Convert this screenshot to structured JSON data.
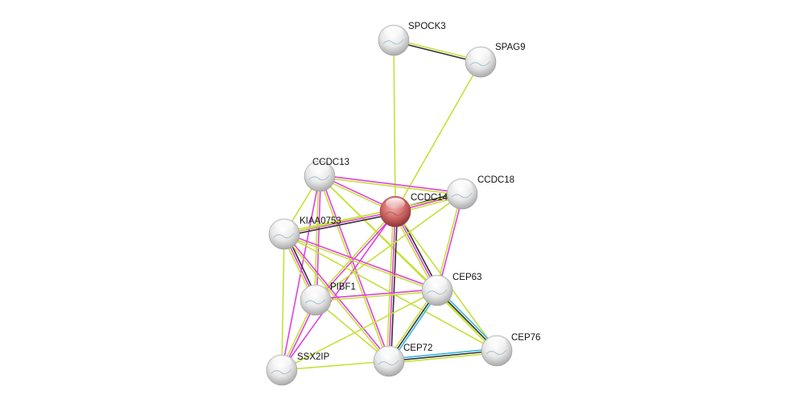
{
  "network": {
    "query_node": "CCDC14",
    "colors": {
      "textmining": "#c6e03a",
      "coexpression": "#333333",
      "experiments": "#e040e0",
      "databases": "#35b7e0",
      "query_node": "#d46060",
      "node": "#e6e6e6"
    },
    "nodes": [
      {
        "id": "SPOCK3",
        "label": "SPOCK3",
        "query": false
      },
      {
        "id": "SPAG9",
        "label": "SPAG9",
        "query": false
      },
      {
        "id": "CCDC13",
        "label": "CCDC13",
        "query": false
      },
      {
        "id": "CCDC18",
        "label": "CCDC18",
        "query": false
      },
      {
        "id": "CCDC14",
        "label": "CCDC14",
        "query": true
      },
      {
        "id": "KIAA0753",
        "label": "KIAA0753",
        "query": false
      },
      {
        "id": "PIBF1",
        "label": "PIBF1",
        "query": false
      },
      {
        "id": "CEP63",
        "label": "CEP63",
        "query": false
      },
      {
        "id": "SSX2IP",
        "label": "SSX2IP",
        "query": false
      },
      {
        "id": "CEP72",
        "label": "CEP72",
        "query": false
      },
      {
        "id": "CEP76",
        "label": "CEP76",
        "query": false
      }
    ],
    "edges": [
      {
        "a": "SPOCK3",
        "b": "SPAG9",
        "types": [
          "textmining",
          "coexpression"
        ]
      },
      {
        "a": "SPOCK3",
        "b": "CCDC14",
        "types": [
          "textmining"
        ]
      },
      {
        "a": "SPAG9",
        "b": "CCDC14",
        "types": [
          "textmining"
        ]
      },
      {
        "a": "CCDC13",
        "b": "CCDC14",
        "types": [
          "experiments",
          "textmining"
        ]
      },
      {
        "a": "CCDC13",
        "b": "CCDC18",
        "types": [
          "experiments",
          "textmining"
        ]
      },
      {
        "a": "CCDC13",
        "b": "KIAA0753",
        "types": [
          "textmining"
        ]
      },
      {
        "a": "CCDC13",
        "b": "PIBF1",
        "types": [
          "experiments",
          "textmining"
        ]
      },
      {
        "a": "CCDC13",
        "b": "CEP63",
        "types": [
          "textmining"
        ]
      },
      {
        "a": "CCDC13",
        "b": "CEP72",
        "types": [
          "experiments",
          "textmining"
        ]
      },
      {
        "a": "CCDC13",
        "b": "CEP76",
        "types": [
          "textmining"
        ]
      },
      {
        "a": "CCDC13",
        "b": "SSX2IP",
        "types": [
          "experiments"
        ]
      },
      {
        "a": "CCDC14",
        "b": "CCDC18",
        "types": [
          "coexpression",
          "experiments",
          "textmining"
        ]
      },
      {
        "a": "CCDC14",
        "b": "KIAA0753",
        "types": [
          "coexpression",
          "experiments",
          "textmining"
        ]
      },
      {
        "a": "CCDC14",
        "b": "PIBF1",
        "types": [
          "experiments",
          "textmining"
        ]
      },
      {
        "a": "CCDC14",
        "b": "CEP63",
        "types": [
          "coexpression",
          "experiments",
          "textmining"
        ]
      },
      {
        "a": "CCDC14",
        "b": "CEP72",
        "types": [
          "coexpression",
          "experiments",
          "textmining"
        ]
      },
      {
        "a": "CCDC14",
        "b": "CEP76",
        "types": [
          "textmining"
        ]
      },
      {
        "a": "CCDC14",
        "b": "SSX2IP",
        "types": [
          "experiments"
        ]
      },
      {
        "a": "CCDC18",
        "b": "KIAA0753",
        "types": [
          "textmining"
        ]
      },
      {
        "a": "CCDC18",
        "b": "CEP63",
        "types": [
          "experiments",
          "textmining"
        ]
      },
      {
        "a": "CCDC18",
        "b": "PIBF1",
        "types": [
          "textmining"
        ]
      },
      {
        "a": "KIAA0753",
        "b": "PIBF1",
        "types": [
          "coexpression",
          "experiments",
          "textmining"
        ]
      },
      {
        "a": "KIAA0753",
        "b": "CEP63",
        "types": [
          "experiments",
          "textmining"
        ]
      },
      {
        "a": "KIAA0753",
        "b": "CEP72",
        "types": [
          "experiments",
          "textmining"
        ]
      },
      {
        "a": "KIAA0753",
        "b": "CEP76",
        "types": [
          "textmining"
        ]
      },
      {
        "a": "KIAA0753",
        "b": "SSX2IP",
        "types": [
          "textmining"
        ]
      },
      {
        "a": "PIBF1",
        "b": "CEP63",
        "types": [
          "experiments",
          "textmining"
        ]
      },
      {
        "a": "PIBF1",
        "b": "CEP72",
        "types": [
          "textmining"
        ]
      },
      {
        "a": "PIBF1",
        "b": "SSX2IP",
        "types": [
          "experiments",
          "textmining"
        ]
      },
      {
        "a": "CEP63",
        "b": "CEP72",
        "types": [
          "databases",
          "coexpression",
          "textmining"
        ]
      },
      {
        "a": "CEP63",
        "b": "CEP76",
        "types": [
          "databases",
          "coexpression",
          "textmining"
        ]
      },
      {
        "a": "CEP63",
        "b": "SSX2IP",
        "types": [
          "textmining"
        ]
      },
      {
        "a": "CEP72",
        "b": "CEP76",
        "types": [
          "databases",
          "coexpression",
          "textmining"
        ]
      },
      {
        "a": "CEP72",
        "b": "SSX2IP",
        "types": [
          "textmining"
        ]
      }
    ]
  }
}
